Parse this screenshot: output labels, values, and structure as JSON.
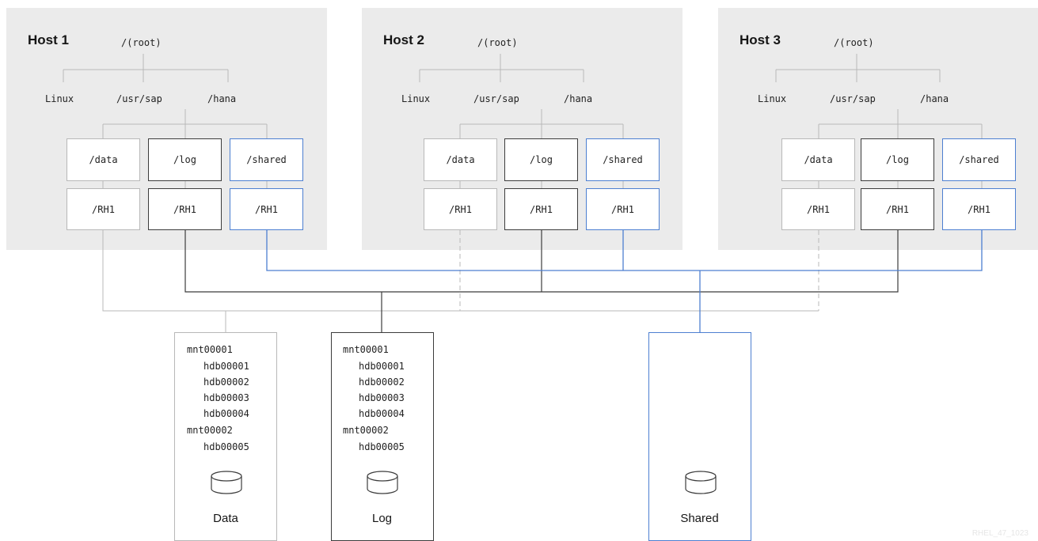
{
  "hosts": [
    {
      "title": "Host 1",
      "root": "/(root)",
      "linux": "Linux",
      "usr_sap": "/usr/sap",
      "hana": "/hana",
      "data": "/data",
      "log": "/log",
      "shared": "/shared",
      "data_sid": "/RH1",
      "log_sid": "/RH1",
      "shared_sid": "/RH1"
    },
    {
      "title": "Host 2",
      "root": "/(root)",
      "linux": "Linux",
      "usr_sap": "/usr/sap",
      "hana": "/hana",
      "data": "/data",
      "log": "/log",
      "shared": "/shared",
      "data_sid": "/RH1",
      "log_sid": "/RH1",
      "shared_sid": "/RH1"
    },
    {
      "title": "Host 3",
      "root": "/(root)",
      "linux": "Linux",
      "usr_sap": "/usr/sap",
      "hana": "/hana",
      "data": "/data",
      "log": "/log",
      "shared": "/shared",
      "data_sid": "/RH1",
      "log_sid": "/RH1",
      "shared_sid": "/RH1"
    }
  ],
  "storage": {
    "data": {
      "label": "Data",
      "tree": [
        "mnt00001",
        "hdb00001",
        "hdb00002",
        "hdb00003",
        "hdb00004",
        "mnt00002",
        "hdb00005"
      ]
    },
    "log": {
      "label": "Log",
      "tree": [
        "mnt00001",
        "hdb00001",
        "hdb00002",
        "hdb00003",
        "hdb00004",
        "mnt00002",
        "hdb00005"
      ]
    },
    "shared": {
      "label": "Shared"
    }
  },
  "colors": {
    "panel": "#ebebeb",
    "gray_line": "#b8b8b8",
    "dark_line": "#3c3c3c",
    "blue_line": "#4d7fd1"
  },
  "watermark": "RHEL_47_1023"
}
